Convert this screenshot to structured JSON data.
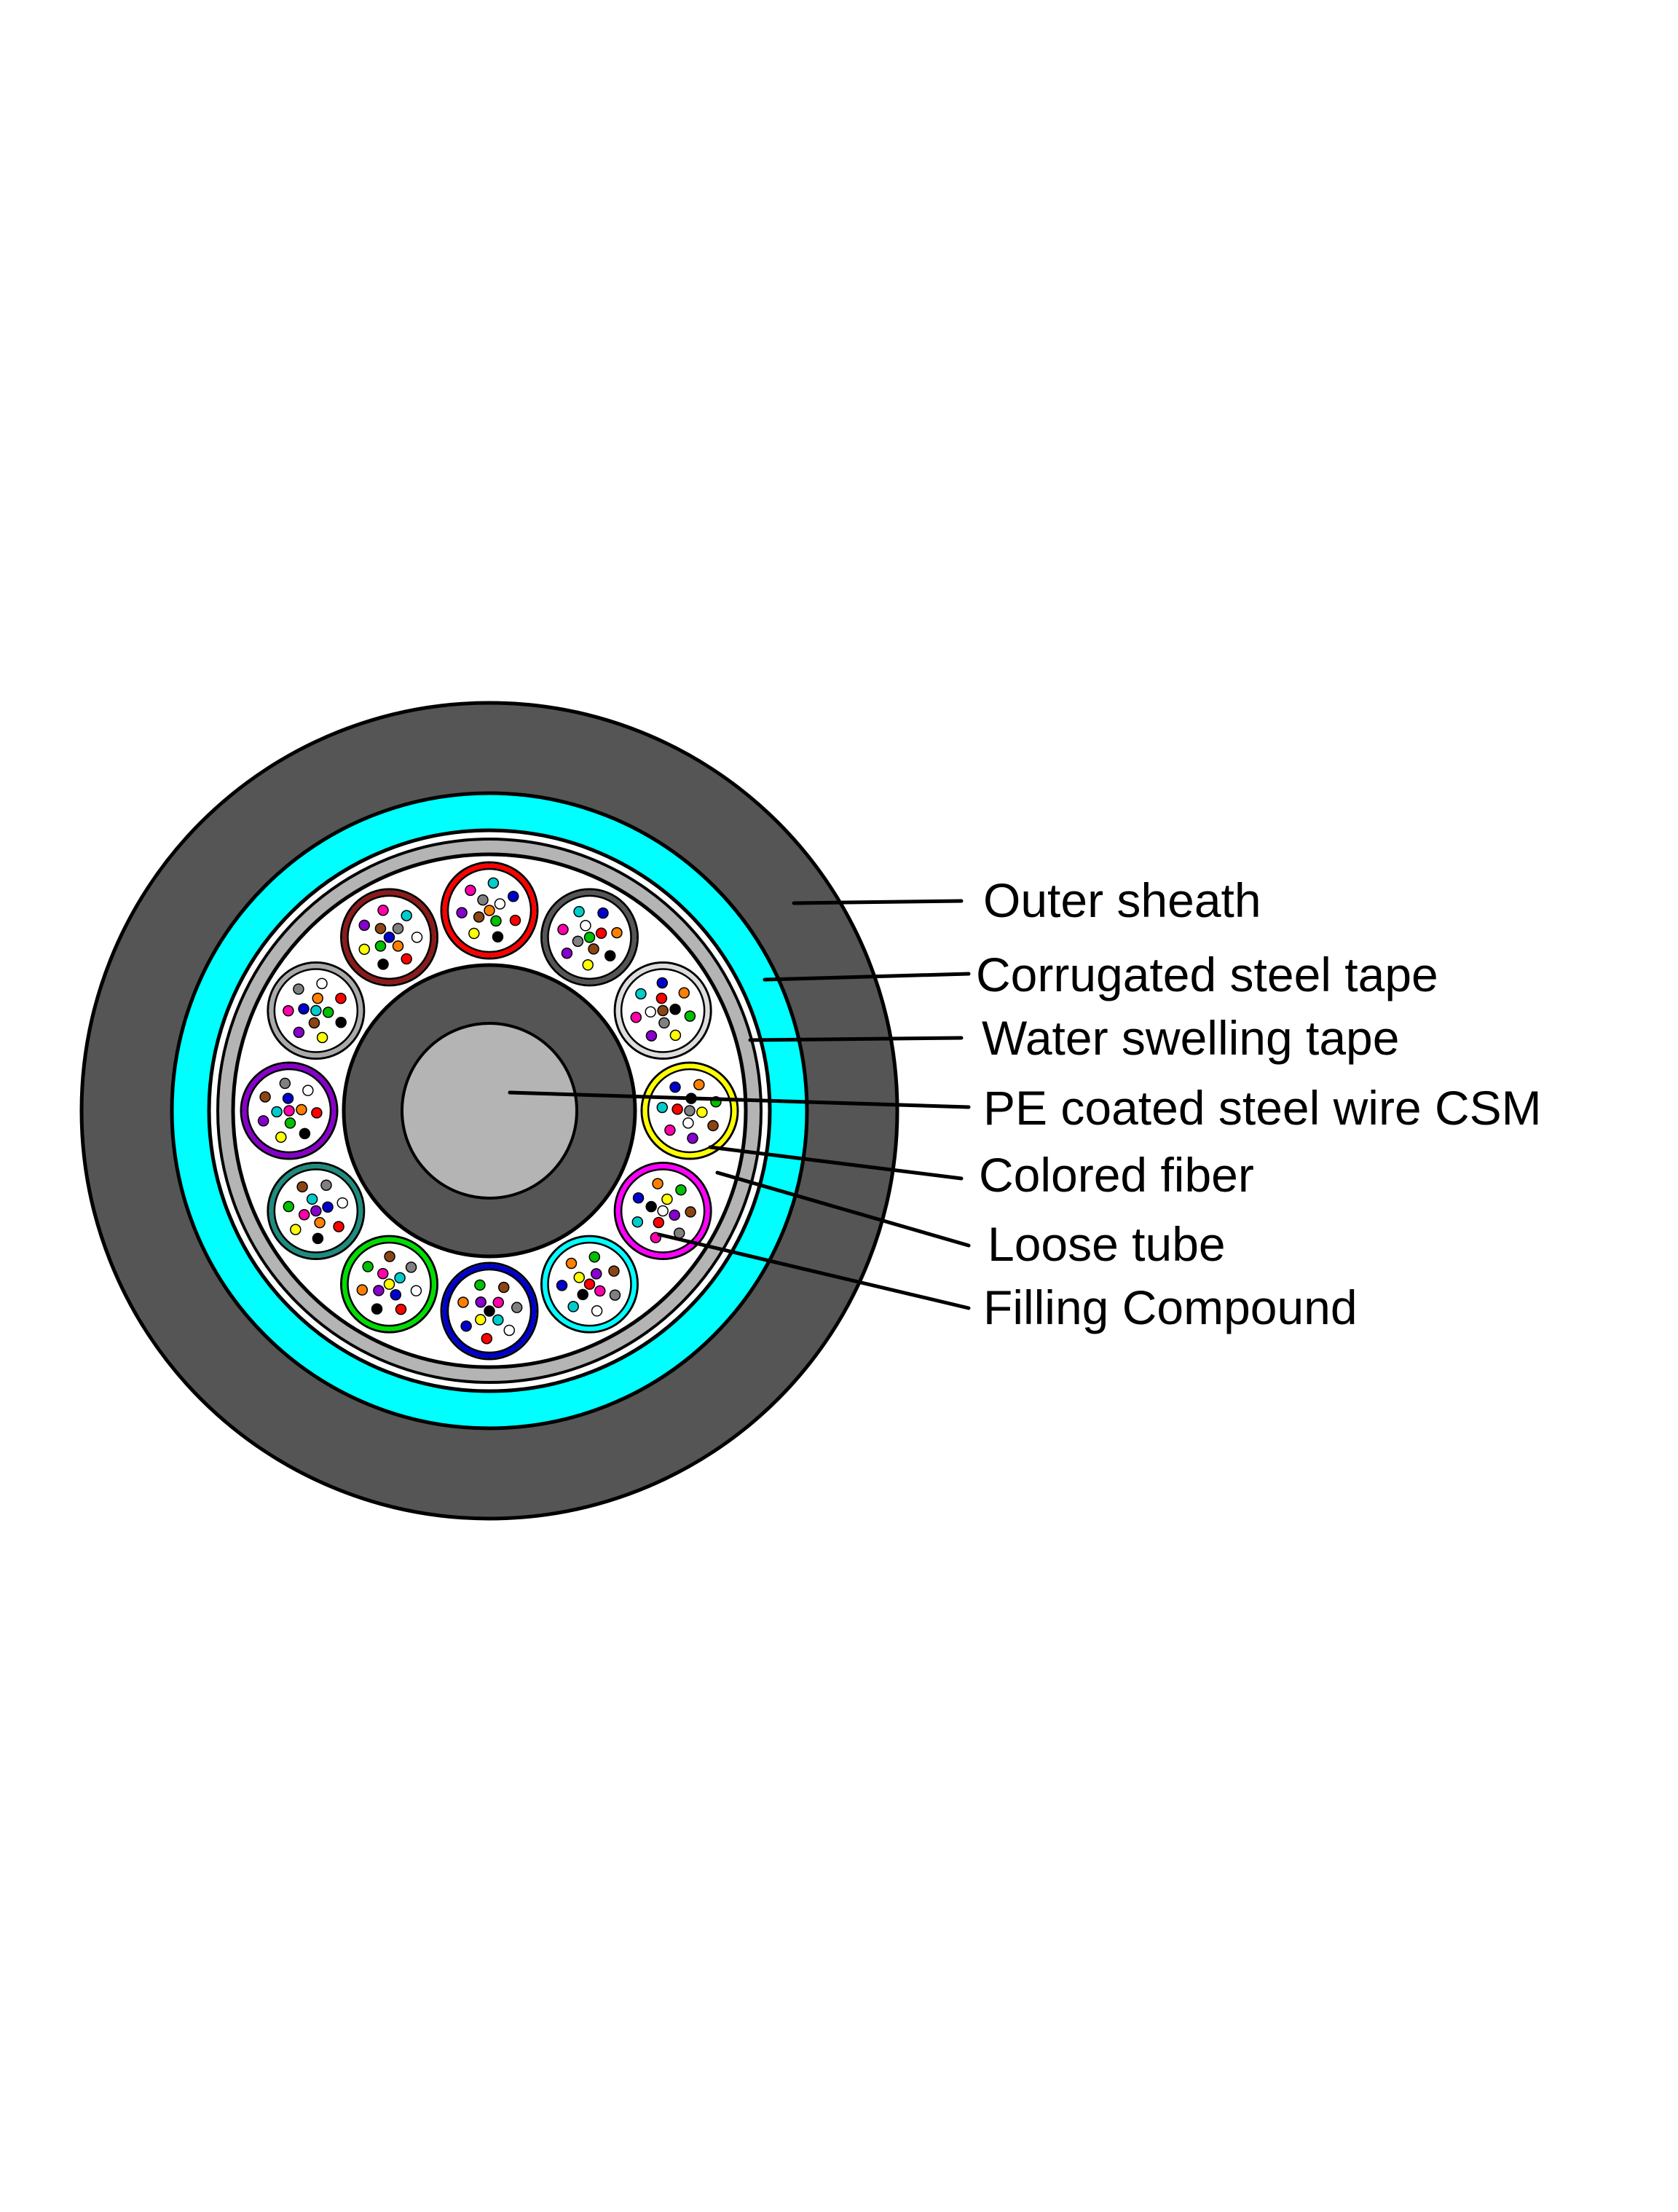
{
  "diagram": {
    "labels": {
      "outer_sheath": "Outer sheath",
      "corrugated_steel_tape": "Corrugated steel tape",
      "water_swelling_tape": "Water swelling tape",
      "pe_coated_steel_wire_csm": "PE coated steel wire CSM",
      "colored_fiber": "Colored fiber",
      "loose_tube": "Loose tube",
      "filling_compound": "Filling Compound"
    },
    "colors": {
      "outer_sheath": "#555555",
      "corrugated_steel_tape": "#00ffff",
      "water_swelling_tape": "#b4b4b4",
      "core_jacket": "#555555",
      "steel_wire": "#b4b4b4",
      "filling": "#ffffff",
      "outline": "#000000"
    },
    "tube_colors": [
      "#8b1a1a",
      "#ff0000",
      "#555555",
      "#dddddd",
      "#ffff00",
      "#ff00ff",
      "#00ffff",
      "#0000cc",
      "#00dd00",
      "#1e8c7e",
      "#8800cc",
      "#aaaaaa"
    ],
    "fiber_colors": [
      "#0000cc",
      "#ff8000",
      "#00c000",
      "#8b4513",
      "#808080",
      "#ffffff",
      "#ff0000",
      "#000000",
      "#ffff00",
      "#8800cc",
      "#ff00aa",
      "#00cccc"
    ]
  }
}
